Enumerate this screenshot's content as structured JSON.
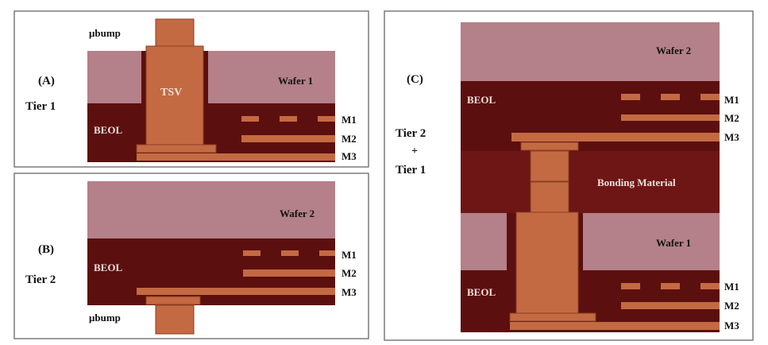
{
  "colors": {
    "wafer": "#b48089",
    "beol": "#5c0f0f",
    "copper": "#c46a42",
    "copper_edge": "#8a3f22",
    "panel_border": "#7a7a7a"
  },
  "panel_a": {
    "id": "(A)",
    "tier": "Tier 1",
    "bump": "μbump",
    "tsv": "TSV",
    "wafer": "Wafer 1",
    "beol": "BEOL",
    "m1": "M1",
    "m2": "M2",
    "m3": "M3"
  },
  "panel_b": {
    "id": "(B)",
    "tier": "Tier 2",
    "bump": "μbump",
    "wafer": "Wafer 2",
    "beol": "BEOL",
    "m1": "M1",
    "m2": "M2",
    "m3": "M3"
  },
  "panel_c": {
    "id": "(C)",
    "tier_top": "Tier 2",
    "tier_plus": "+",
    "tier_bottom": "Tier 1",
    "wafer_top": "Wafer 2",
    "beol_top": "BEOL",
    "m1_top": "M1",
    "m2_top": "M2",
    "m3_top": "M3",
    "bonding": "Bonding Material",
    "wafer_bottom": "Wafer 1",
    "beol_bottom": "BEOL",
    "m1_bottom": "M1",
    "m2_bottom": "M2",
    "m3_bottom": "M3"
  }
}
